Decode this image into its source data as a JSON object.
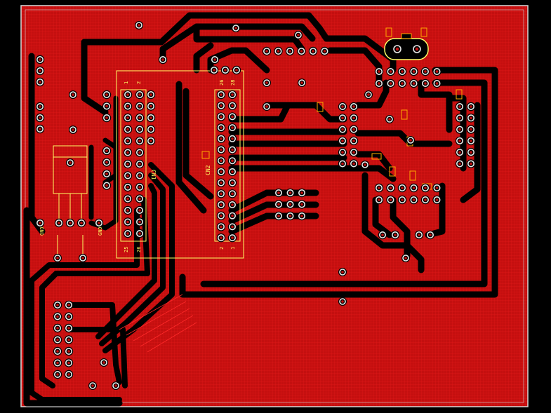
{
  "colors": {
    "background": "#000000",
    "copper": "#c40f0f",
    "copper_hatch": "#e01818",
    "trace": "#000000",
    "outline": "#d8d8d8",
    "pad_ring": "#e8e8e8",
    "pad_hole": "#c40f0f",
    "silkscreen": "#ffff66",
    "smd": "#ffaa00"
  },
  "labels": {
    "cn1": "CN1",
    "cn2": "CN2",
    "cn1_pin1": "1",
    "cn1_pin2": "2",
    "cn1_pin25": "25",
    "cn1_pin26": "26",
    "cn2_pin26": "26",
    "cn2_pin28": "28",
    "cn2_pin1": "1",
    "cn2_pin2": "2",
    "gnd1": "GND",
    "gnd2": "GND"
  }
}
